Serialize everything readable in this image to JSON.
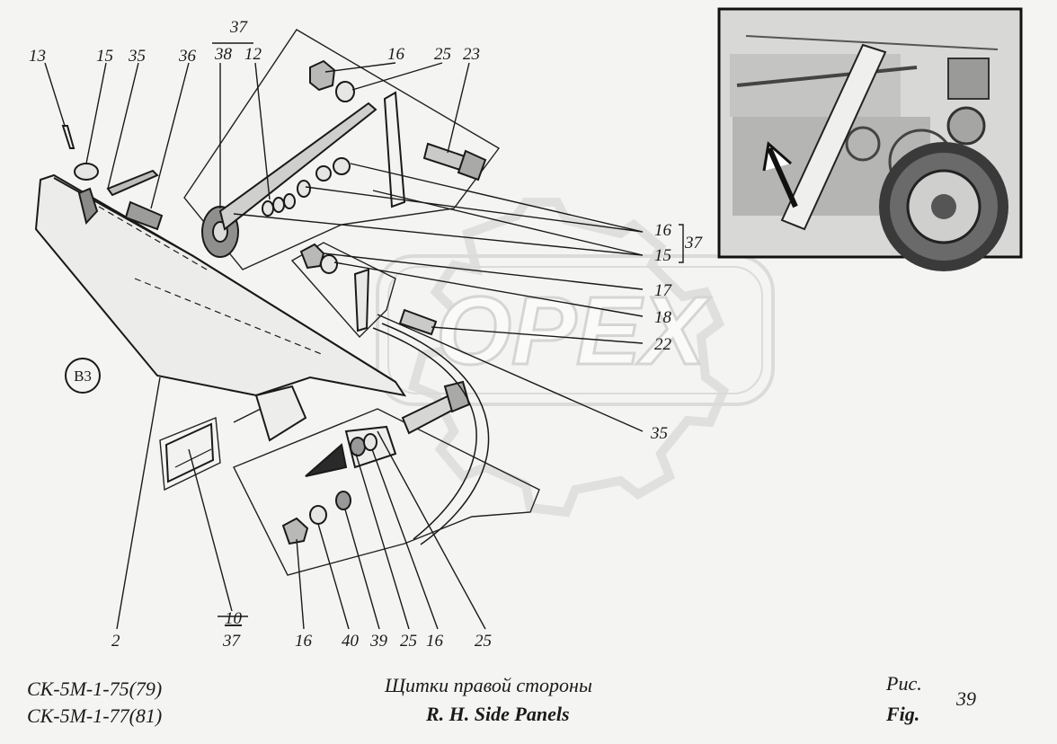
{
  "callouts": {
    "c13": "13",
    "c15a": "15",
    "c35a": "35",
    "c36": "36",
    "c37top": "37",
    "c38": "38",
    "c12": "12",
    "c16a": "16",
    "c25a": "25",
    "c23": "23",
    "c16b": "16",
    "c15b": "15",
    "c37mid": "37",
    "c17": "17",
    "c18": "18",
    "c22": "22",
    "c35b": "35",
    "b3": "В3",
    "c2": "2",
    "c10": "10",
    "c37bot": "37",
    "c16c": "16",
    "c40": "40",
    "c39": "39",
    "c25b": "25",
    "c16d": "16",
    "c25c": "25"
  },
  "watermark": "OPEX",
  "caption": {
    "model_line1": "СК-5М-1-75(79)",
    "model_line2": "СК-5М-1-77(81)",
    "title_ru": "Щитки правой стороны",
    "title_en": "R. H. Side Panels",
    "fig_ru": "Рис.",
    "fig_en": "Fig.",
    "fig_number": "39"
  }
}
